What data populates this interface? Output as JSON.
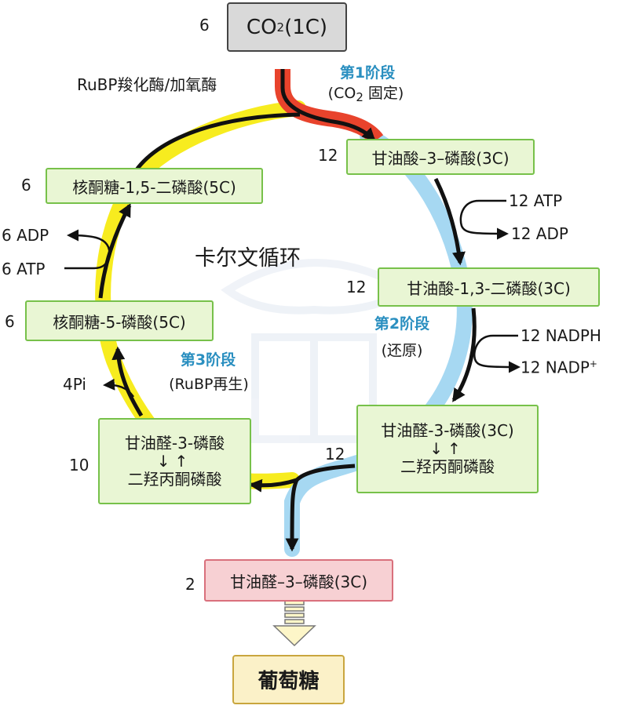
{
  "co2": {
    "count": "6",
    "label": "CO",
    "sub": "2",
    "suffix": " (1C)"
  },
  "enzyme": "RuBP羧化酶/加氧酶",
  "center_title": "卡尔文循环",
  "stage1": {
    "title": "第1阶段",
    "sub_prefix": "(CO",
    "sub_sub": "2",
    "sub_suffix": " 固定)"
  },
  "stage2": {
    "title": "第2阶段",
    "sub": "(还原)"
  },
  "stage3": {
    "title": "第3阶段",
    "sub": "(RuBP再生)"
  },
  "nodes": {
    "pga": {
      "count": "12",
      "label": "甘油酸–3–磷酸(3C)"
    },
    "bpg": {
      "count": "12",
      "label": "甘油酸-1,3-二磷酸(3C)"
    },
    "g3p_dhap_right": {
      "count": "12",
      "top": "甘油醛-3-磷酸(3C)",
      "arrows": "↓↑",
      "bottom": "二羟丙酮磷酸"
    },
    "g3p_dhap_left": {
      "count": "10",
      "top": "甘油醛-3-磷酸",
      "arrows": "↓↑",
      "bottom": "二羟丙酮磷酸"
    },
    "r5p": {
      "count": "6",
      "label": "核酮糖-5-磷酸(5C)"
    },
    "rubp": {
      "count": "6",
      "label": "核酮糖-1,5-二磷酸(5C)"
    },
    "g3p_out": {
      "count": "2",
      "label": "甘油醛–3–磷酸(3C)"
    },
    "glucose": {
      "label": "葡萄糖"
    }
  },
  "cofactors": {
    "atp_in": "12 ATP",
    "adp_out": "12 ADP",
    "nadph_in": "12 NADPH",
    "nadp_out": "12 NADP",
    "nadp_sup": "+",
    "atp6_in": "6 ATP",
    "adp6_out": "6 ADP",
    "pi_out": "4Pi"
  },
  "colors": {
    "fixation": "#e8432c",
    "reduction": "#a6d8f2",
    "regeneration": "#f7ec1f",
    "arrow": "#111111",
    "stage_text": "#2a8fc0"
  }
}
